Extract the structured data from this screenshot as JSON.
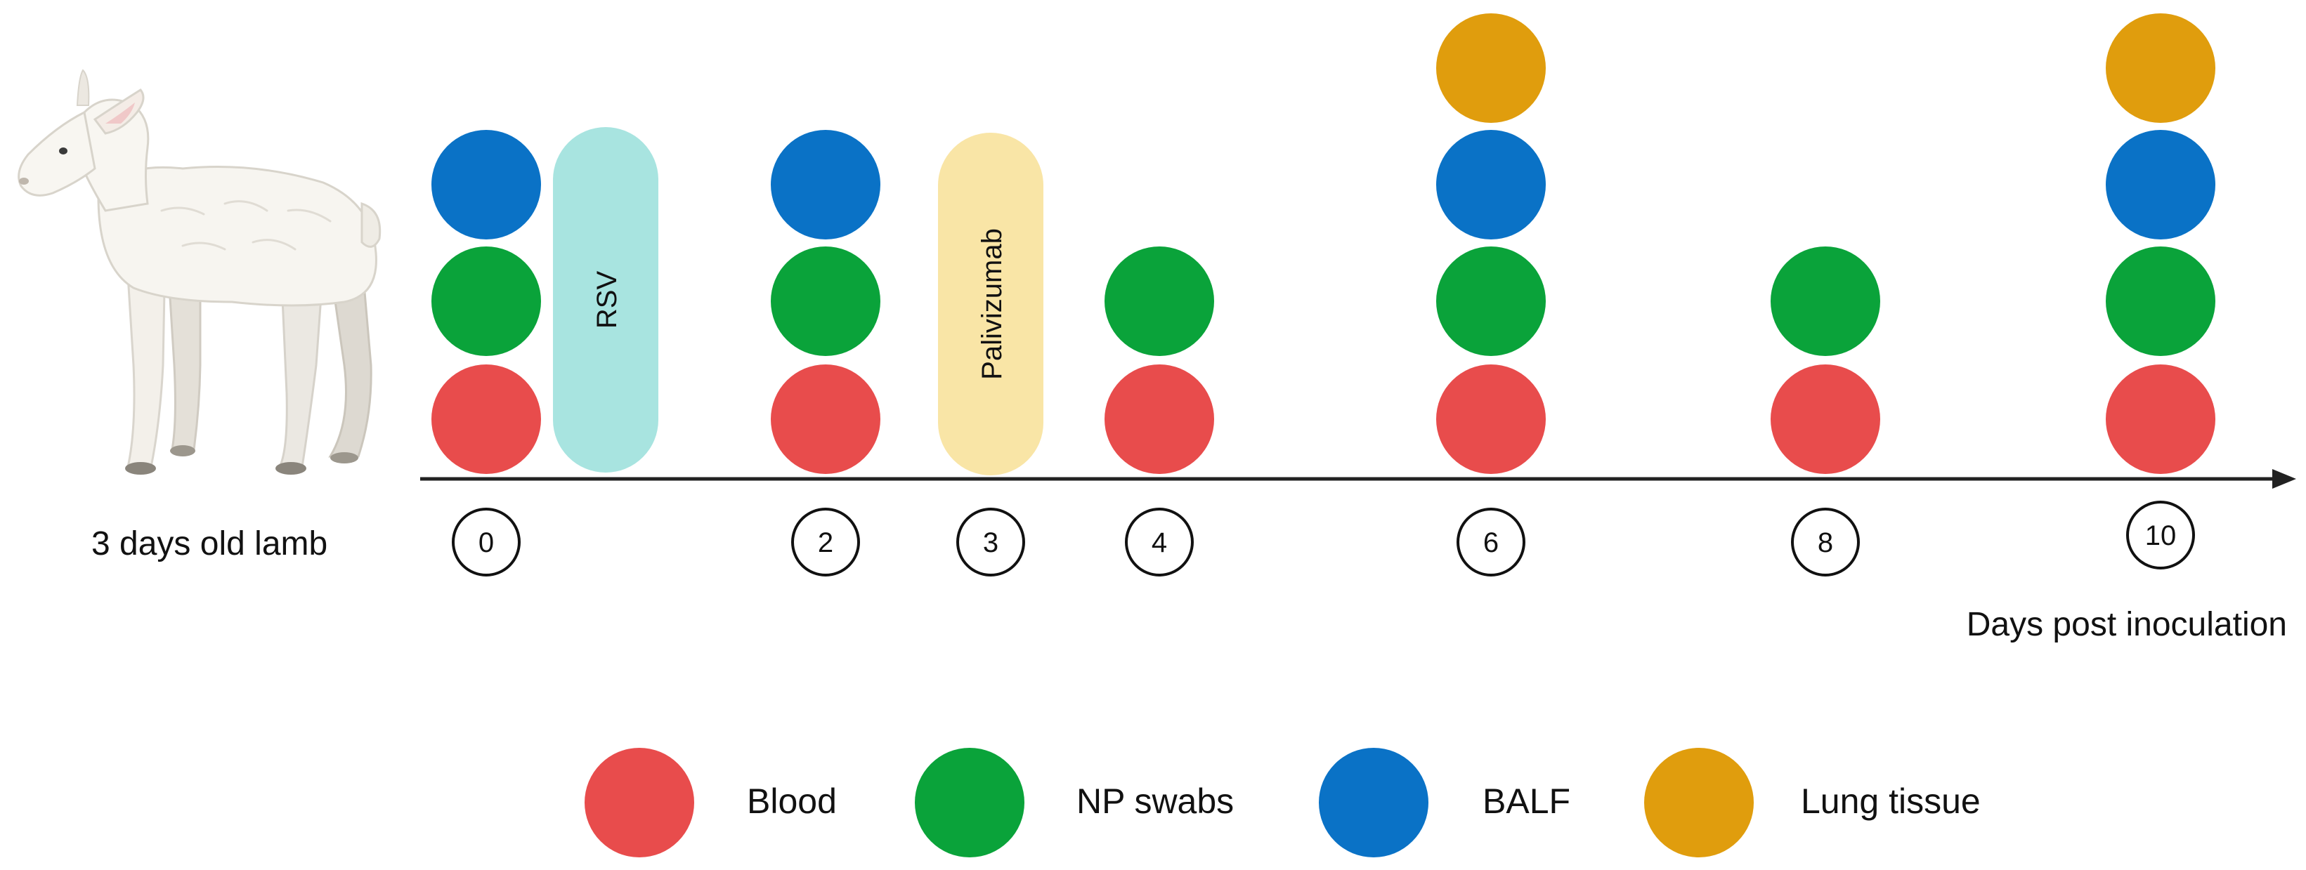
{
  "subject": {
    "caption": "3 days old lamb",
    "icon": "lamb-illustration"
  },
  "timeline": {
    "axis_label": "Days post inoculation",
    "days": [
      {
        "day": "0",
        "samples": [
          "Blood",
          "NP swabs",
          "BALF"
        ]
      },
      {
        "day": "2",
        "samples": [
          "Blood",
          "NP swabs",
          "BALF"
        ]
      },
      {
        "day": "3",
        "samples": []
      },
      {
        "day": "4",
        "samples": [
          "Blood",
          "NP swabs"
        ]
      },
      {
        "day": "6",
        "samples": [
          "Blood",
          "NP swabs",
          "BALF",
          "Lung tissue"
        ]
      },
      {
        "day": "8",
        "samples": [
          "Blood",
          "NP swabs"
        ]
      },
      {
        "day": "10",
        "samples": [
          "Blood",
          "NP swabs",
          "BALF",
          "Lung tissue"
        ]
      }
    ],
    "treatments": [
      {
        "label": "RSV",
        "after_day": "0",
        "color": "#a8e4e0"
      },
      {
        "label": "Palivizumab",
        "at_day": "3",
        "color": "#f9e5a6"
      }
    ]
  },
  "legend": {
    "items": [
      {
        "label": "Blood",
        "color": "#e84c4c"
      },
      {
        "label": "NP swabs",
        "color": "#0aa33a"
      },
      {
        "label": "BALF",
        "color": "#0a72c6"
      },
      {
        "label": "Lung tissue",
        "color": "#e09d0d"
      }
    ]
  }
}
